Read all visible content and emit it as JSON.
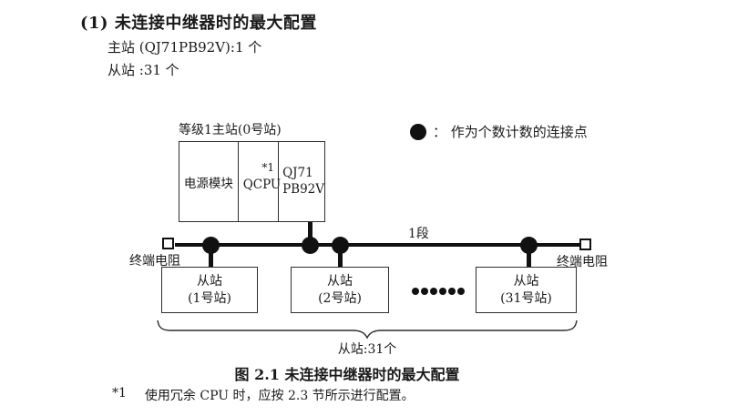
{
  "header": {
    "title": "(1) 未连接中继器时的最大配置",
    "line1": "主站 (QJ71PB92V):1 个",
    "line2": "从站 :31 个"
  },
  "diagram": {
    "master_label": "等级1主站(0号站)",
    "modules": {
      "power": "电源模块",
      "cpu": "QCPU",
      "cpu_note": "*1",
      "network_line1": "QJ71",
      "network_line2": "PB92V"
    },
    "legend": {
      "symbol": "●",
      "text": "： 作为个数计数的连接点"
    },
    "segment_label": "1段",
    "terminator_left": "终端电阻",
    "terminator_right": "终端电阻",
    "slaves": [
      {
        "line1": "从站",
        "line2": "(1号站)"
      },
      {
        "line1": "从站",
        "line2": "(2号站)"
      },
      {
        "line1": "从站",
        "line2": "(31号站)"
      }
    ],
    "ellipsis_count": 6,
    "slave_count_label": "从站:31个"
  },
  "caption": "图 2.1 未连接中继器时的最大配置",
  "footnote": {
    "marker": "*1",
    "text": "使用冗余 CPU 时，应按 2.3 节所示进行配置。"
  },
  "colors": {
    "ink": "#1a1a1a",
    "line": "#111111",
    "border": "#2e2e2e",
    "background": "#ffffff"
  }
}
